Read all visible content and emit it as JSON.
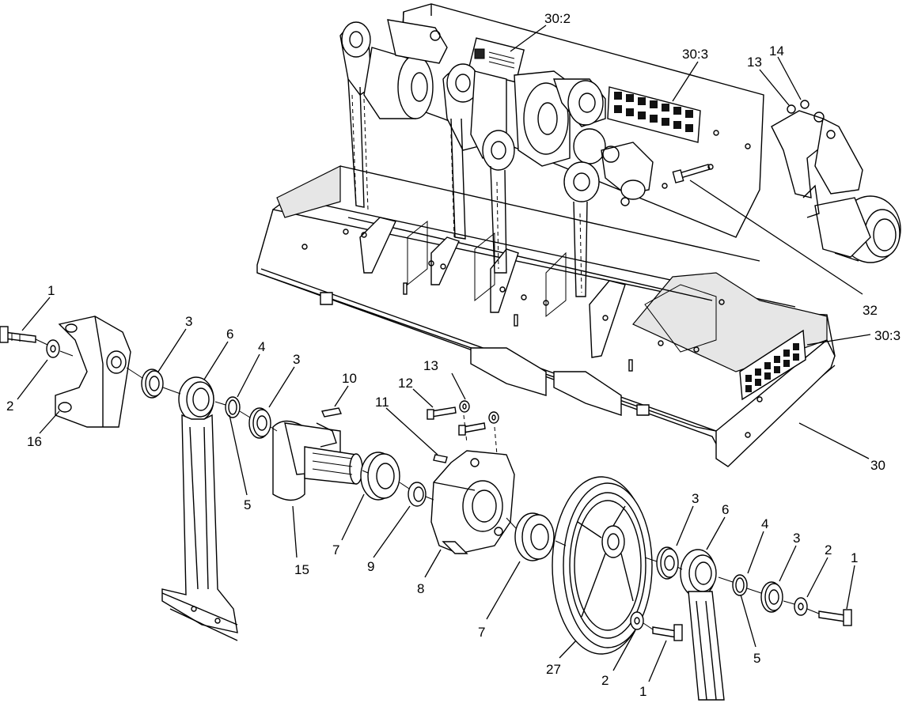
{
  "diagram": {
    "callouts": [
      {
        "id": "c-30-2",
        "text": "30:2"
      },
      {
        "id": "c-30-3-top",
        "text": "30:3"
      },
      {
        "id": "c-13-top",
        "text": "13"
      },
      {
        "id": "c-14",
        "text": "14"
      },
      {
        "id": "c-32",
        "text": "32"
      },
      {
        "id": "c-30-3-right",
        "text": "30:3"
      },
      {
        "id": "c-30",
        "text": "30"
      },
      {
        "id": "c-1-left",
        "text": "1"
      },
      {
        "id": "c-2-left",
        "text": "2"
      },
      {
        "id": "c-16",
        "text": "16"
      },
      {
        "id": "c-3-a",
        "text": "3"
      },
      {
        "id": "c-6-left",
        "text": "6"
      },
      {
        "id": "c-4-left",
        "text": "4"
      },
      {
        "id": "c-3-b",
        "text": "3"
      },
      {
        "id": "c-5-left",
        "text": "5"
      },
      {
        "id": "c-10",
        "text": "10"
      },
      {
        "id": "c-13-mid",
        "text": "13"
      },
      {
        "id": "c-12",
        "text": "12"
      },
      {
        "id": "c-11",
        "text": "11"
      },
      {
        "id": "c-15",
        "text": "15"
      },
      {
        "id": "c-7-left",
        "text": "7"
      },
      {
        "id": "c-9",
        "text": "9"
      },
      {
        "id": "c-8",
        "text": "8"
      },
      {
        "id": "c-7-right",
        "text": "7"
      },
      {
        "id": "c-27",
        "text": "27"
      },
      {
        "id": "c-3-c",
        "text": "3"
      },
      {
        "id": "c-6-right",
        "text": "6"
      },
      {
        "id": "c-4-right",
        "text": "4"
      },
      {
        "id": "c-3-d",
        "text": "3"
      },
      {
        "id": "c-2-right",
        "text": "2"
      },
      {
        "id": "c-1-right",
        "text": "1"
      },
      {
        "id": "c-5-right",
        "text": "5"
      },
      {
        "id": "c-2-bottom",
        "text": "2"
      },
      {
        "id": "c-1-bottom",
        "text": "1"
      }
    ]
  }
}
